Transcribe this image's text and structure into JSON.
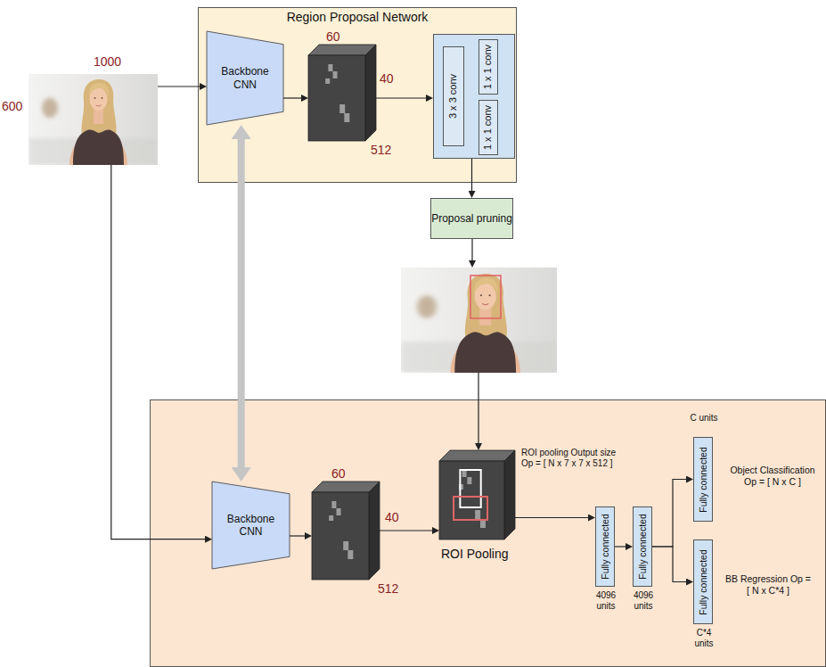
{
  "diagram": {
    "nodes": [
      {
        "text": [
          "1000",
          "600"
        ]
      },
      {
        "text": [
          "Region Proposal Network"
        ]
      },
      {
        "text": [
          "Backbone CNN"
        ],
        "in": 1
      },
      {
        "text": [
          "60",
          "40",
          "512"
        ],
        "in": 1
      },
      {
        "in": 1
      },
      {
        "text": [
          "3 x 3 conv"
        ],
        "in": 4
      },
      {
        "text": [
          "1 x 1 conv"
        ],
        "in": 4
      },
      {
        "text": [
          "1 x 1 conv"
        ],
        "in": 4
      },
      {
        "text": [
          "Proposal pruning"
        ]
      },
      {},
      {
        "text": [
          "Backbone CNN"
        ],
        "in": 9
      },
      {
        "text": [
          "60",
          "40",
          "512"
        ],
        "in": 9
      },
      {
        "text": [
          "ROI pooling Output size Op = [ N x 7 x 7 x 512 ]",
          "ROI Pooling"
        ],
        "in": 9
      },
      {
        "text": [
          "Fully connected",
          "4096 units"
        ],
        "in": 9
      },
      {
        "text": [
          "Fully connected",
          "4096 units"
        ],
        "in": 9
      },
      {
        "text": [
          "C units",
          "Fully connected"
        ],
        "in": 9
      },
      {
        "text": [
          "Fully connected",
          "C*4 units"
        ],
        "in": 9
      }
    ],
    "edges": [
      {
        "from": 0,
        "to": 2,
        "arrow": "to"
      },
      {
        "from": 2,
        "to": 3,
        "arrow": "to"
      },
      {
        "from": 3,
        "to": 4,
        "arrow": "to"
      },
      {
        "from": 4,
        "to": 8,
        "arrow": "to"
      },
      {
        "from": 2,
        "to": 10,
        "arrow": "both"
      },
      {
        "from": 0,
        "to": 10,
        "arrow": "to"
      },
      {
        "from": 10,
        "to": 11,
        "arrow": "to"
      },
      {
        "from": 11,
        "to": 12,
        "arrow": "to"
      },
      {
        "from": 12,
        "to": 13,
        "arrow": "to"
      },
      {
        "from": 13,
        "to": 14,
        "arrow": "to"
      },
      {
        "from": 14,
        "to": 15,
        "arrow": "to"
      },
      {
        "from": 14,
        "to": 16,
        "arrow": "to"
      }
    ],
    "labels": [
      "Object Classification Op = [ N x C ]",
      "BB Regression Op = [ N x C*4 ]"
    ]
  }
}
